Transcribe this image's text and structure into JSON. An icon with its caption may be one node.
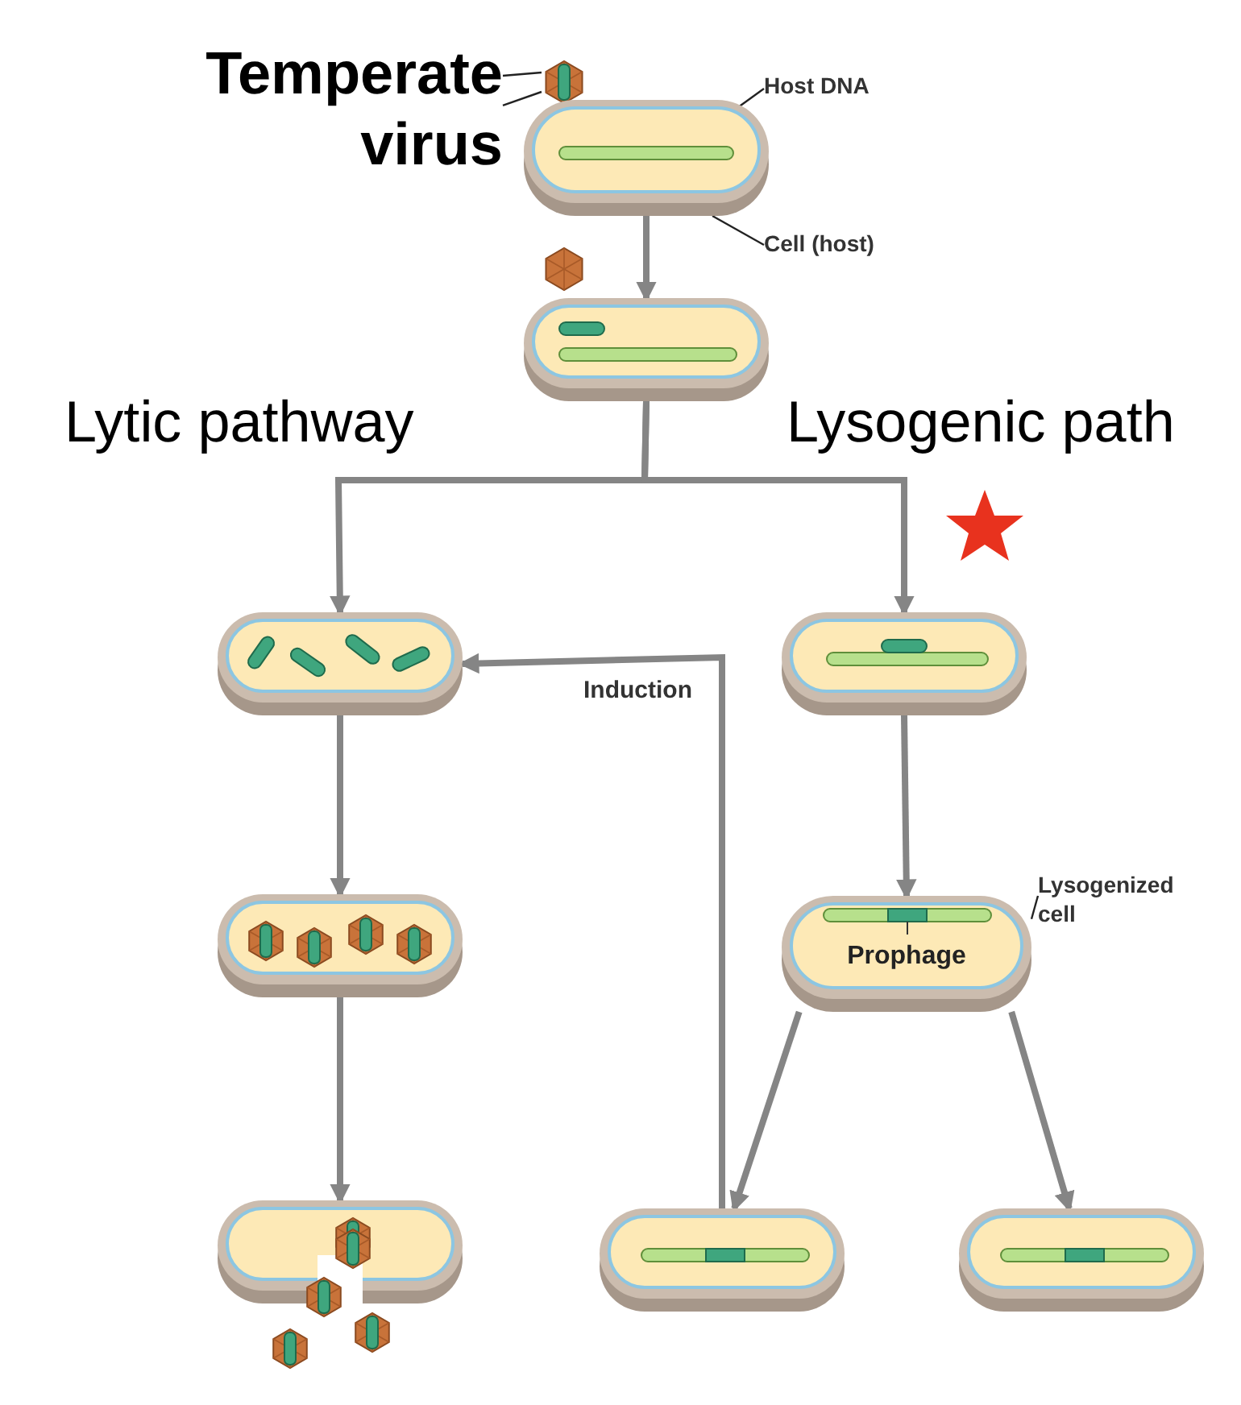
{
  "diagram": {
    "nodes": [
      {
        "text": [
          "Temperate virus"
        ]
      },
      {
        "text": [],
        "shape": "picture"
      },
      {
        "text": [],
        "shape": "picture"
      },
      {
        "text": [
          "Host DNA"
        ]
      },
      {
        "text": [
          "Cell (host)"
        ]
      },
      {
        "text": [],
        "shape": "picture"
      },
      {
        "text": [],
        "shape": "picture"
      },
      {
        "text": [],
        "shape": "picture"
      },
      {
        "text": [],
        "shape": "picture"
      },
      {
        "text": [
          "Prophage"
        ]
      },
      {
        "text": [
          "Lysogenized cell"
        ]
      },
      {
        "text": [],
        "shape": "picture"
      },
      {
        "text": [],
        "shape": "picture"
      },
      {
        "text": [],
        "shape": "picture"
      }
    ],
    "edges": [
      {
        "from": 0,
        "to": 1,
        "arrow": "none",
        "color": "#222222"
      },
      {
        "from": 0,
        "to": 1,
        "arrow": "none",
        "color": "#222222"
      },
      {
        "from": 3,
        "to": 2,
        "arrow": "none",
        "color": "#222222"
      },
      {
        "from": 4,
        "to": 2,
        "arrow": "none",
        "color": "#222222"
      },
      {
        "from": 2,
        "to": 5,
        "arrow": "to"
      },
      {
        "from": 5,
        "to": 6,
        "arrow": "to"
      },
      {
        "from": 5,
        "to": 7,
        "arrow": "to"
      },
      {
        "from": 6,
        "to": 8,
        "arrow": "to"
      },
      {
        "from": 8,
        "to": 11,
        "arrow": "to"
      },
      {
        "from": 7,
        "to": 9,
        "arrow": "to"
      },
      {
        "from": 10,
        "to": 9,
        "arrow": "none",
        "color": "#222222"
      },
      {
        "from": 9,
        "to": 12,
        "arrow": "to"
      },
      {
        "from": 9,
        "to": 13,
        "arrow": "to"
      },
      {
        "from": 12,
        "to": 6,
        "arrow": "to",
        "label": "Induction"
      }
    ],
    "labels": [
      "Lytic pathway",
      "Lysogenic path"
    ]
  }
}
